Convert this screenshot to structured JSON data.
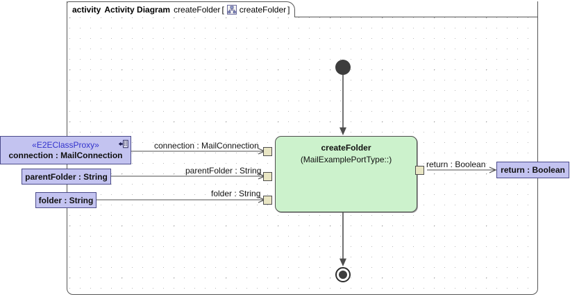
{
  "frame": {
    "keyword": "activity",
    "diagram_type": "Activity Diagram",
    "name": "createFolder",
    "bracket_open": "[",
    "context_icon": "activity-element-icon",
    "context_name": "createFolder",
    "bracket_close": "]"
  },
  "action": {
    "title": "createFolder",
    "subtitle": "(MailExamplePortType::)"
  },
  "inputs": [
    {
      "stereotype": "«E2EClassProxy»",
      "label": "connection : MailConnection",
      "icon": "proxy-import-icon",
      "edge_label": "connection : MailConnection"
    },
    {
      "label": "parentFolder : String",
      "edge_label": "parentFolder : String"
    },
    {
      "label": "folder : String",
      "edge_label": "folder : String"
    }
  ],
  "output": {
    "edge_label": "return : Boolean",
    "label": "return : Boolean"
  },
  "control": {
    "initial_node": "initial-node",
    "final_node": "activity-final-node"
  },
  "colors": {
    "action_fill": "#ccf2cc",
    "param_fill": "#c3c3f0",
    "param_border": "#4a4a8a",
    "pin_fill": "#e9e6c4",
    "stereotype_text": "#3333cc",
    "edge_stroke": "#4d4d4d",
    "grid_dot": "#b9b9b9"
  }
}
